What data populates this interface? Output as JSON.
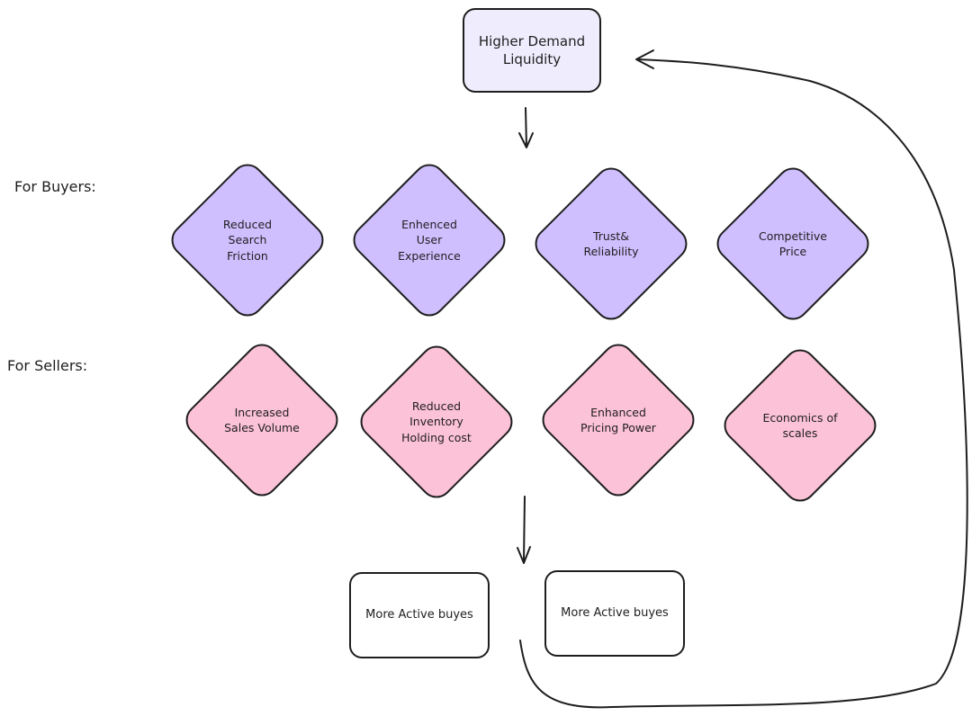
{
  "top_box": {
    "label": "Higher Demand\nLiquidity",
    "fill": "#efecfd"
  },
  "buyers": {
    "label": "For Buyers:",
    "fill": "#d0bfff",
    "items": [
      {
        "label": "Reduced\nSearch\nFriction"
      },
      {
        "label": "Enhenced\nUser\nExperience"
      },
      {
        "label": "Trust&\nReliability"
      },
      {
        "label": "Competitive\nPrice"
      }
    ]
  },
  "sellers": {
    "label": "For Sellers:",
    "fill": "#fcc2d7",
    "items": [
      {
        "label": "Increased\nSales Volume"
      },
      {
        "label": "Reduced\nInventory\nHolding cost"
      },
      {
        "label": "Enhanced\nPricing Power"
      },
      {
        "label": "Economics of\nscales"
      }
    ]
  },
  "outputs": [
    {
      "label": "More Active buyes"
    },
    {
      "label": "More Active buyes"
    }
  ],
  "stroke_color": "#1e1e1e"
}
